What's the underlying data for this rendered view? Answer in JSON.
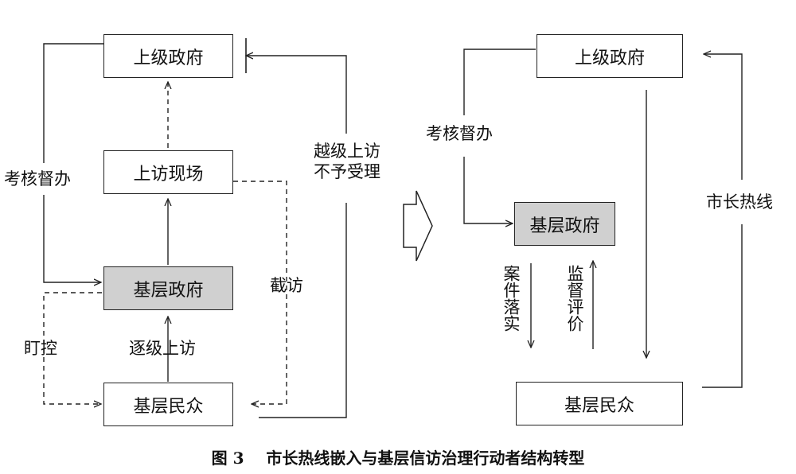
{
  "left": {
    "upper_gov": "上级政府",
    "petition_site": "上访现场",
    "grassroots_gov": "基层政府",
    "grassroots_people": "基层民众",
    "assess_supervise": "考核督办",
    "skip_level_line1": "越级上访",
    "skip_level_line2": "不予受理",
    "intercept": "截访",
    "watch_control": "盯控",
    "step_by_step": "逐级上访"
  },
  "right": {
    "upper_gov": "上级政府",
    "grassroots_gov": "基层政府",
    "grassroots_people": "基层民众",
    "assess_supervise": "考核督办",
    "mayor_hotline": "市长热线",
    "case_implement": "案件落实",
    "monitor_evaluate": "监督评价"
  },
  "caption": {
    "number": "图 3",
    "title": "市长热线嵌入与基层信访治理行动者结构转型"
  }
}
